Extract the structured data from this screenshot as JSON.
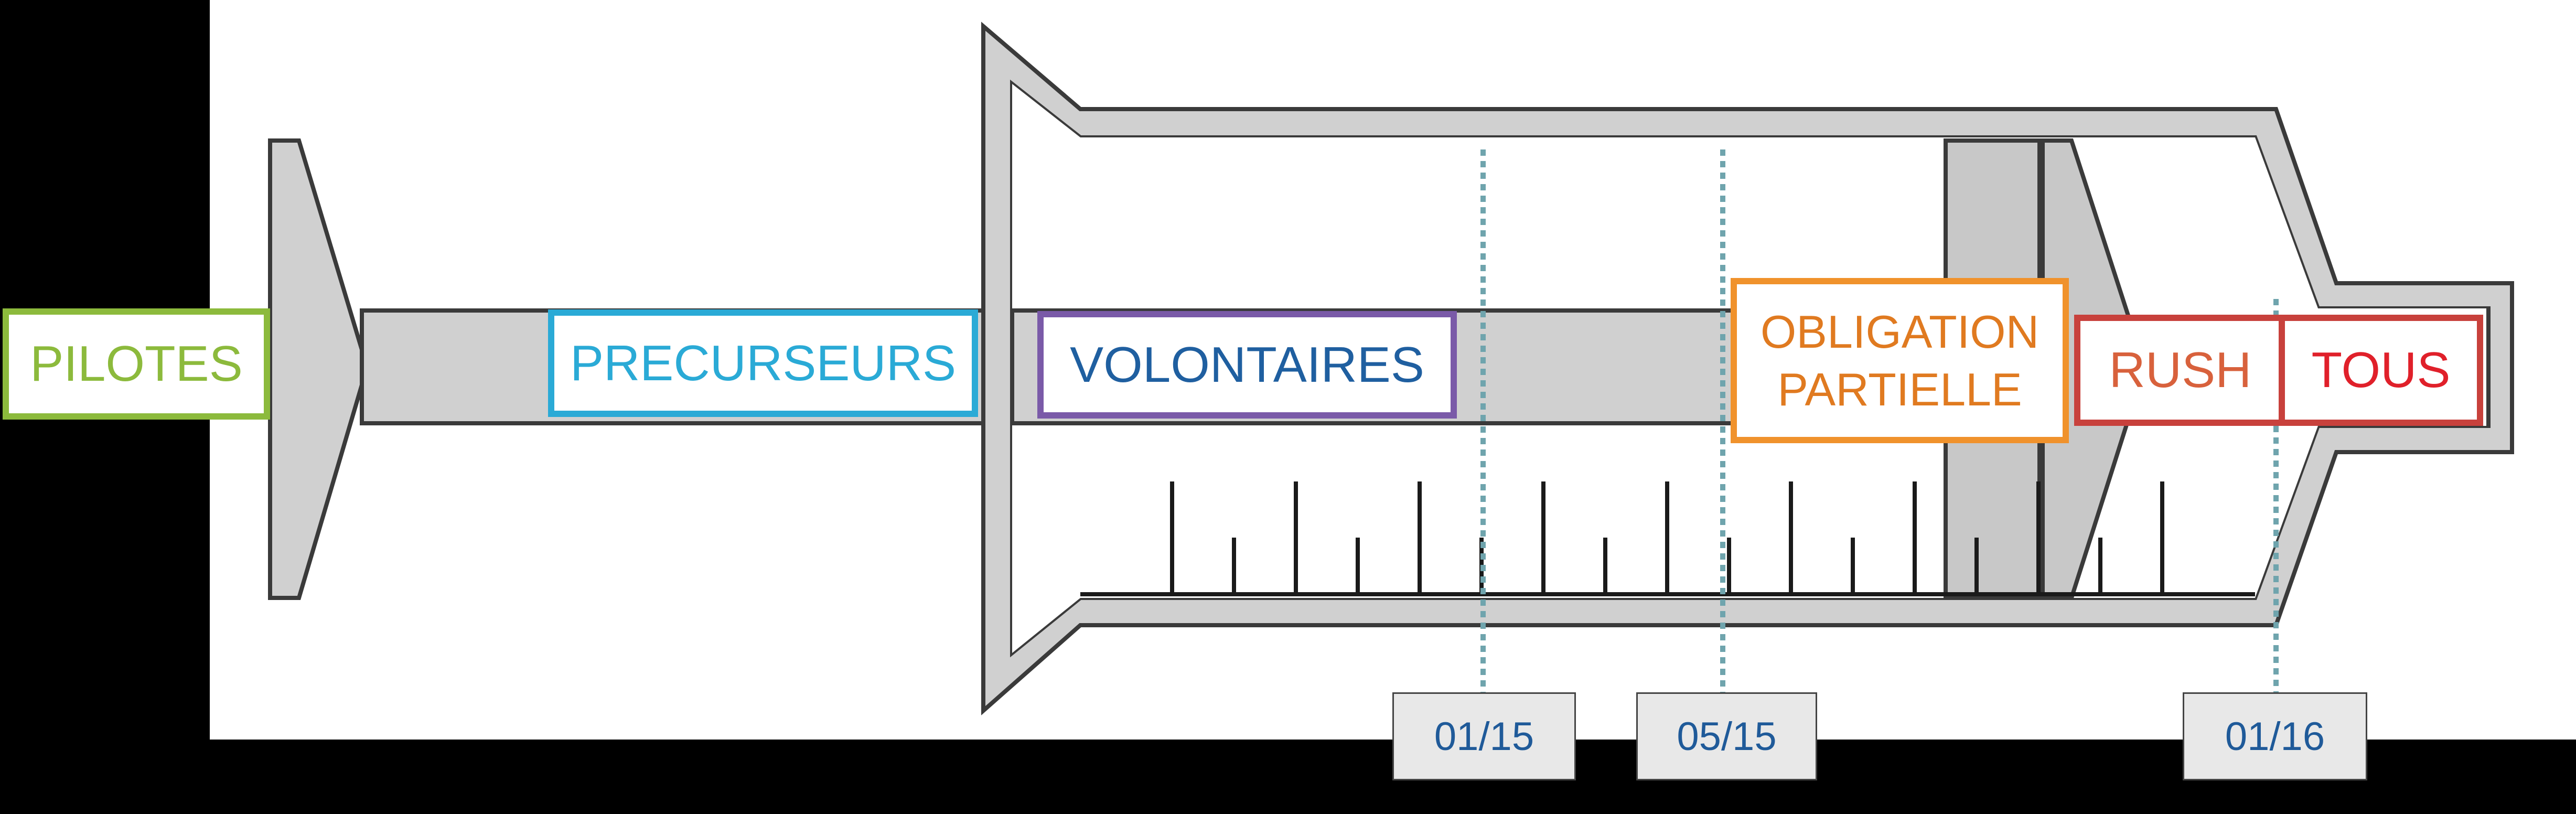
{
  "stages": [
    {
      "label": "PILOTES",
      "color": "#8cba3c"
    },
    {
      "label": "PRECURSEURS",
      "color": "#2aaad6"
    },
    {
      "label": "VOLONTAIRES",
      "color": "#7a5aa8"
    },
    {
      "label": "OBLIGATION\nPARTIELLE",
      "color": "#f0922c"
    },
    {
      "label": "RUSH",
      "color": "#c8413c"
    },
    {
      "label": "TOUS",
      "color": "#c8413c"
    }
  ],
  "stage_text_colors": {
    "PILOTES": "#8cba3c",
    "PRECURSEURS": "#2aaad6",
    "VOLONTAIRES": "#1f5fa0",
    "OBLIGATION": "#e07a20",
    "RUSH": "#d8613c",
    "TOUS": "#e0202a"
  },
  "dates": [
    {
      "label": "01/15"
    },
    {
      "label": "05/15"
    },
    {
      "label": "01/16"
    }
  ],
  "colors": {
    "syringe_fill": "#d0d0d0",
    "syringe_stroke": "#3a3a3a",
    "tick": "#1a1a1a",
    "dotted_line": "#6fa4ad",
    "date_text": "#1f5a99",
    "background": "#000000"
  }
}
